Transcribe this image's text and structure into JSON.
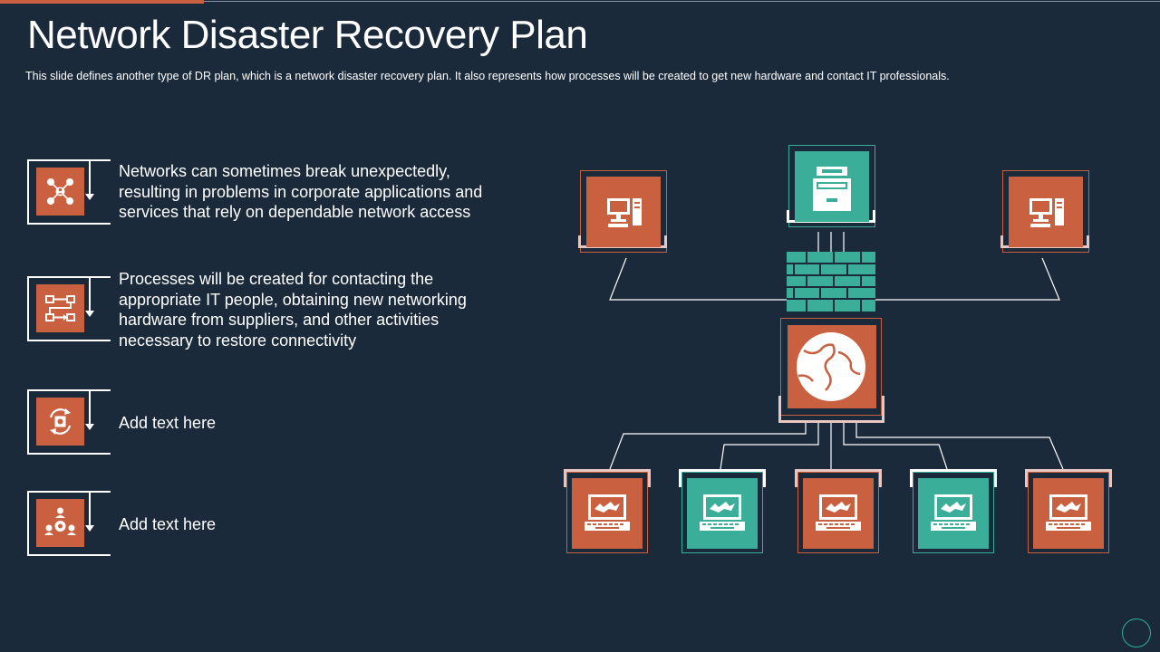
{
  "header": {
    "title": "Network Disaster Recovery Plan",
    "subtitle": "This slide defines another type of DR plan, which is a network disaster recovery plan. It also represents how processes will be created to get new hardware  and contact IT  professionals."
  },
  "items": [
    {
      "icon": "network-people-icon",
      "text_lines": [
        "Networks can sometimes break unexpectedly,",
        "resulting in problems in corporate applications and",
        "services that rely on dependable network access"
      ]
    },
    {
      "icon": "process-flow-icon",
      "text_lines": [
        "Processes will be created for contacting the",
        "appropriate IT people, obtaining new networking",
        "hardware  from suppliers, and other activities",
        "necessary to restore connectivity"
      ]
    },
    {
      "icon": "gear-cycle-icon",
      "text_lines": [
        "Add text here"
      ]
    },
    {
      "icon": "team-gear-icon",
      "text_lines": [
        "Add text here"
      ]
    }
  ],
  "diagram": {
    "top_nodes": [
      {
        "icon": "desktop-computer-icon",
        "color": "#c9603f"
      },
      {
        "icon": "file-archive-icon",
        "color": "#3aae98"
      },
      {
        "icon": "desktop-computer-icon",
        "color": "#c9603f"
      }
    ],
    "firewall": {
      "icon": "firewall-brick-icon",
      "color": "#3aae98"
    },
    "globe": {
      "icon": "globe-icon",
      "color": "#c9603f"
    },
    "bottom_nodes": [
      {
        "icon": "laptop-map-icon",
        "color": "#c9603f"
      },
      {
        "icon": "laptop-map-icon",
        "color": "#3aae98"
      },
      {
        "icon": "laptop-map-icon",
        "color": "#c9603f"
      },
      {
        "icon": "laptop-map-icon",
        "color": "#3aae98"
      },
      {
        "icon": "laptop-map-icon",
        "color": "#c9603f"
      }
    ]
  },
  "colors": {
    "background": "#1b2a3b",
    "accent_orange": "#c9603f",
    "accent_teal": "#3aae98",
    "pink_outline": "#e8c6c2"
  }
}
